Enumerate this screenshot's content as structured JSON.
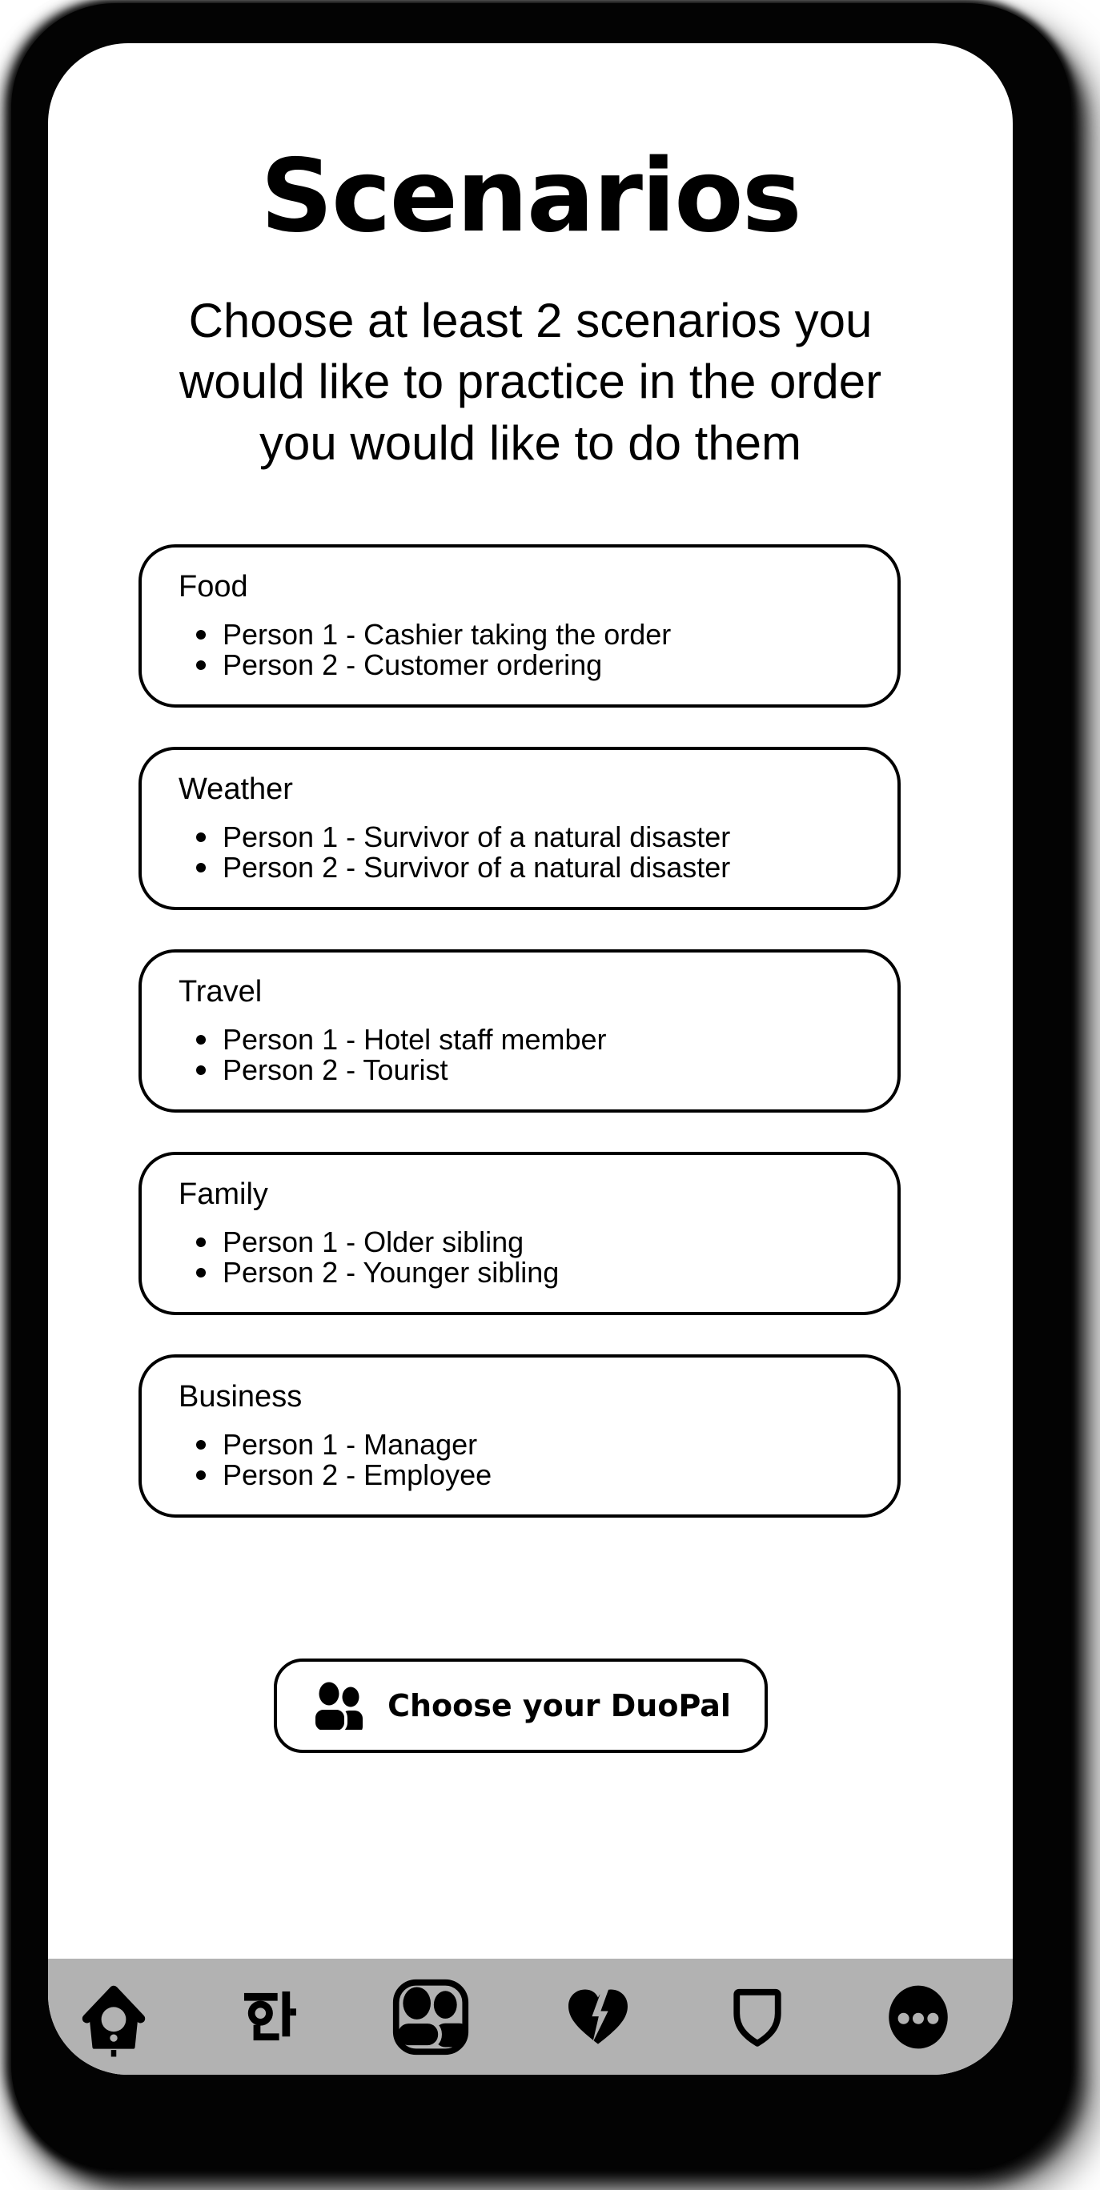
{
  "screen": {
    "title": "Scenarios",
    "subtitle": "Choose at least 2 scenarios you would like to practice in the order you would like to do them"
  },
  "scenarios": [
    {
      "name": "Food",
      "roles": [
        "Person 1 - Cashier taking the order",
        "Person 2 - Customer ordering"
      ]
    },
    {
      "name": "Weather",
      "roles": [
        "Person 1 - Survivor of a natural disaster",
        "Person 2 - Survivor of a natural disaster"
      ]
    },
    {
      "name": "Travel",
      "roles": [
        "Person 1 - Hotel staff member",
        "Person 2 - Tourist"
      ]
    },
    {
      "name": "Family",
      "roles": [
        "Person 1 - Older sibling",
        "Person 2 - Younger sibling"
      ]
    },
    {
      "name": "Business",
      "roles": [
        "Person 1 - Manager",
        "Person 2 - Employee"
      ]
    }
  ],
  "button": {
    "label": "Choose your DuoPal",
    "icon": "people-icon"
  },
  "nav": {
    "bar_color": "#b2b2b2",
    "items": [
      {
        "id": "home",
        "icon": "birdhouse-icon",
        "active": false
      },
      {
        "id": "korean",
        "icon": "hangul-han-icon",
        "active": false
      },
      {
        "id": "duopal",
        "icon": "people-square-icon",
        "active": true
      },
      {
        "id": "hearts",
        "icon": "heart-bolt-icon",
        "active": false
      },
      {
        "id": "shield",
        "icon": "shield-icon",
        "active": false
      },
      {
        "id": "more",
        "icon": "ellipsis-icon",
        "active": false
      }
    ]
  },
  "colors": {
    "ink": "#000000",
    "screen_bg": "#ffffff",
    "nav_bar": "#b2b2b2"
  }
}
